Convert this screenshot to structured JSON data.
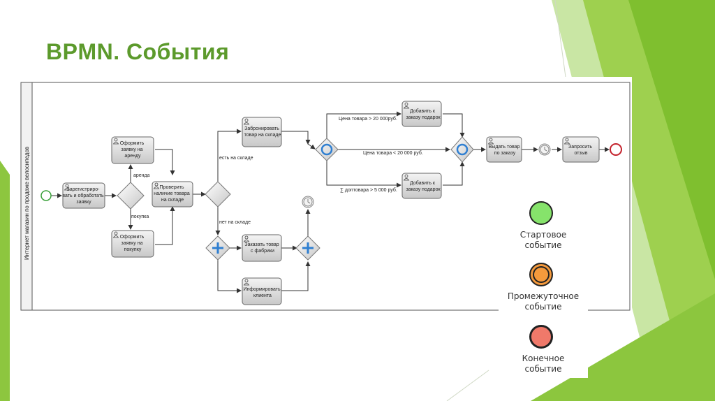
{
  "slide": {
    "title": "BPMN. События"
  },
  "colors": {
    "title_green": "#5c9a2c",
    "accent_green": "#8dc63f",
    "start_fill": "#86e36b",
    "intermediate_fill": "#f59a3c",
    "end_fill": "#f0796a"
  },
  "diagram": {
    "lane_label": "Интернет магазин по продаже велосипедов",
    "tasks": {
      "register": [
        "Зарегистриро-",
        "вать и обработать",
        "заявку"
      ],
      "rent": [
        "Оформить",
        "заявку на",
        "аренду"
      ],
      "buy": [
        "Оформить",
        "заявку на",
        "покупку"
      ],
      "check": [
        "Проверить",
        "наличие товара",
        "на складе"
      ],
      "reserve": [
        "Забронировать",
        "товар на складе"
      ],
      "order": [
        "Заказать товар",
        "с фабрики"
      ],
      "inform": [
        "Информировать",
        "клиента"
      ],
      "gift1": [
        "Добавить к",
        "заказу подарок"
      ],
      "gift2": [
        "Добавить к",
        "заказу подарок"
      ],
      "issue": [
        "Выдать товар",
        "по заказу"
      ],
      "feedback": [
        "Запросить",
        "отзыв"
      ]
    },
    "flow_labels": {
      "arenda": "аренда",
      "pokupka": "покупка",
      "in_stock": "есть на складе",
      "not_in_stock": "нет на складе",
      "price_gt": "Цена товара > 20 000руб.",
      "price_lt": "Цена товара < 20 000 руб.",
      "sum_gt": "∑ доптовара > 5 000 руб."
    }
  },
  "legend": {
    "start": [
      "Стартовое",
      "событие"
    ],
    "intermediate": [
      "Промежуточное",
      "событие"
    ],
    "end": [
      "Конечное",
      "событие"
    ]
  }
}
